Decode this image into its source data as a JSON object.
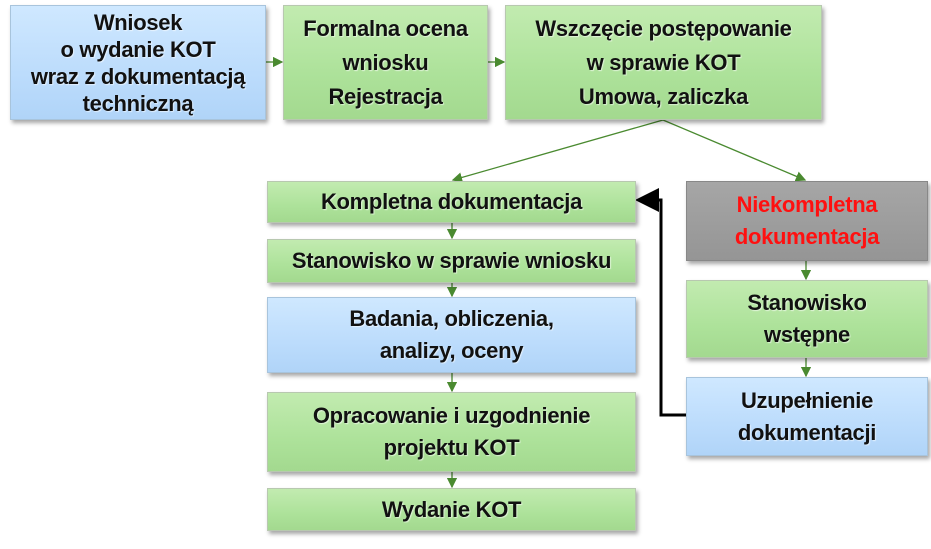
{
  "top_row": [
    {
      "text": "Wniosek\no wydanie KOT\nwraz z dokumentacją\ntechniczną"
    },
    {
      "text": "Formalna ocena\nwniosku\nRejestracja"
    },
    {
      "text": "Wszczęcie postępowanie\nw sprawie KOT\nUmowa, zaliczka"
    }
  ],
  "left_column": [
    {
      "text": "Kompletna dokumentacja"
    },
    {
      "text": "Stanowisko w sprawie wniosku"
    },
    {
      "text": "Badania, obliczenia,\nanalizy, oceny"
    },
    {
      "text": "Opracowanie i uzgodnienie\nprojektu KOT"
    },
    {
      "text": "Wydanie KOT"
    }
  ],
  "right_column": [
    {
      "text": "Niekompletna\ndokumentacja"
    },
    {
      "text": "Stanowisko\nwstępne"
    },
    {
      "text": "Uzupełnienie\ndokumentacji"
    }
  ],
  "colors": {
    "arrow": "#4a8a30",
    "feedback_arrow": "#000000",
    "alert_text": "#ff1010"
  }
}
